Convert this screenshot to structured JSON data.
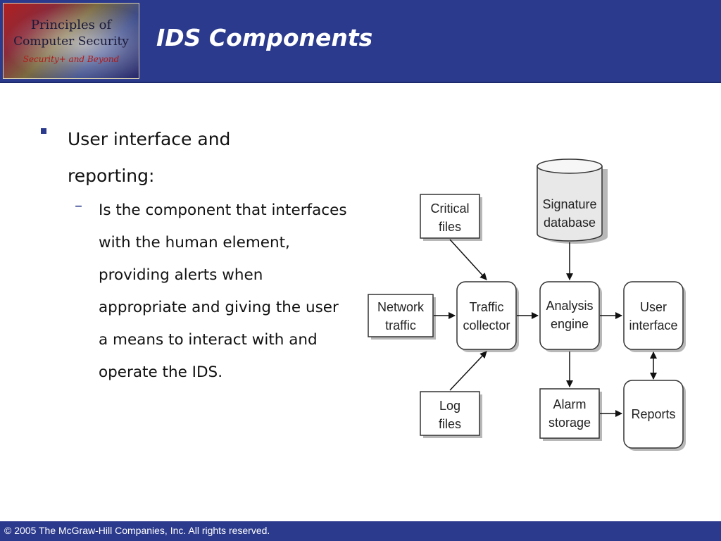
{
  "logo": {
    "line1": "Principles of",
    "line2": "Computer Security",
    "line3": "Security+ and Beyond"
  },
  "slide": {
    "title": "IDS Components",
    "bullet1": "User interface and reporting:",
    "bullet2": "Is the component that interfaces with the human element, providing alerts when appropriate and giving the user a means to interact with and operate the IDS."
  },
  "diagram": {
    "signature_database": [
      "Signature",
      "database"
    ],
    "critical_files": [
      "Critical",
      "files"
    ],
    "network_traffic": [
      "Network",
      "traffic"
    ],
    "log_files": [
      "Log",
      "files"
    ],
    "traffic_collector": [
      "Traffic",
      "collector"
    ],
    "analysis_engine": [
      "Analysis",
      "engine"
    ],
    "user_interface": [
      "User",
      "interface"
    ],
    "alarm_storage": [
      "Alarm",
      "storage"
    ],
    "reports": [
      "Reports"
    ]
  },
  "footer": {
    "copyright": "© 2005 The McGraw-Hill Companies, Inc. All rights reserved."
  },
  "colors": {
    "header_blue": "#2b3a8c",
    "bullet_blue": "#2b3a8c"
  }
}
